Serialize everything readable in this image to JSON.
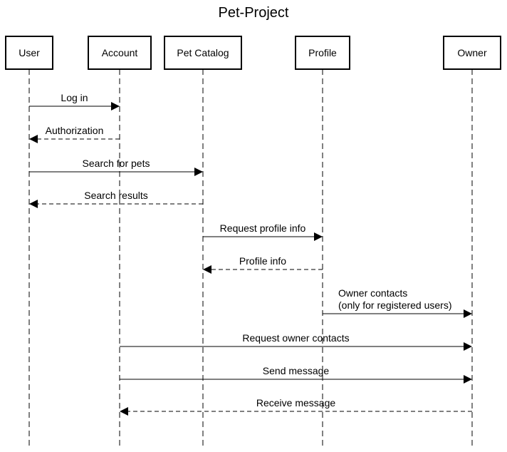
{
  "title": "Pet-Project",
  "participants": [
    {
      "id": "user",
      "label": "User"
    },
    {
      "id": "account",
      "label": "Account"
    },
    {
      "id": "catalog",
      "label": "Pet Catalog"
    },
    {
      "id": "profile",
      "label": "Profile"
    },
    {
      "id": "owner",
      "label": "Owner"
    }
  ],
  "messages": [
    {
      "from": "user",
      "to": "account",
      "kind": "call",
      "lines": [
        "Log in"
      ]
    },
    {
      "from": "account",
      "to": "user",
      "kind": "reply",
      "lines": [
        "Authorization"
      ]
    },
    {
      "from": "user",
      "to": "catalog",
      "kind": "call",
      "lines": [
        "Search for pets"
      ]
    },
    {
      "from": "catalog",
      "to": "user",
      "kind": "reply",
      "lines": [
        "Search results"
      ]
    },
    {
      "from": "catalog",
      "to": "profile",
      "kind": "call",
      "lines": [
        "Request profile info"
      ]
    },
    {
      "from": "profile",
      "to": "catalog",
      "kind": "reply",
      "lines": [
        "Profile info"
      ]
    },
    {
      "from": "profile",
      "to": "owner",
      "kind": "call",
      "lines": [
        "Owner contacts",
        "(only for registered users)"
      ]
    },
    {
      "from": "account",
      "to": "owner",
      "kind": "call",
      "lines": [
        "Request owner contacts"
      ]
    },
    {
      "from": "account",
      "to": "owner",
      "kind": "call",
      "lines": [
        "Send message"
      ]
    },
    {
      "from": "owner",
      "to": "account",
      "kind": "reply",
      "lines": [
        "Receive message"
      ]
    }
  ]
}
